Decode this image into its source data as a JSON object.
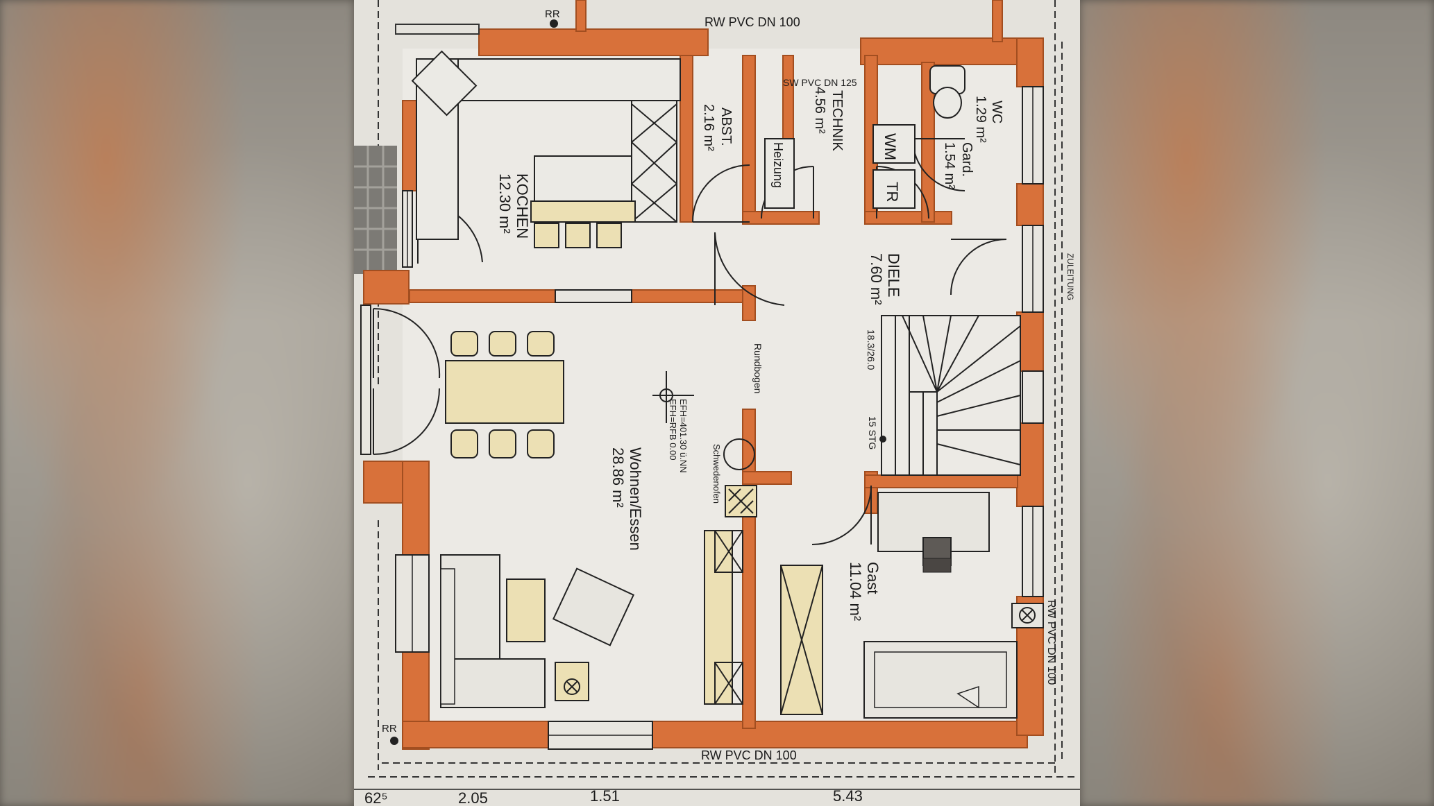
{
  "rooms": {
    "kochen": {
      "name": "KOCHEN",
      "area": "12.30 m²"
    },
    "abst": {
      "name": "ABST.",
      "area": "2.16 m²"
    },
    "technik": {
      "name": "TECHNIK",
      "area": "4.56 m²"
    },
    "wc": {
      "name": "WC",
      "area": "1.29 m²"
    },
    "gard": {
      "name": "Gard.",
      "area": "1.54 m²"
    },
    "diele": {
      "name": "DIELE",
      "area": "7.60 m²"
    },
    "wohnen": {
      "name": "Wohnen/Essen",
      "area": "28.86 m²"
    },
    "gast": {
      "name": "Gast",
      "area": "11.04 m²"
    }
  },
  "labels": {
    "heizung": "Heizung",
    "wm": "WM",
    "tr": "TR",
    "rundbogen": "Rundbogen",
    "stair_dim": "18.3/26.0",
    "stair_steps": "15 STG",
    "efh1": "EFH=401.30 ü.NN",
    "efh2": "EFH=RFB 0.00",
    "schwedenofen": "Schwedenofen",
    "rw_top": "RW PVC DN 100",
    "sw_pipe": "SW PVC DN 125",
    "rw_bottom": "RW PVC DN 100",
    "rw_right": "RW PVC DN 100",
    "rr_top": "RR",
    "rr_bottom": "RR",
    "zuleitung": "ZULEITUNG",
    "dim_62": "62⁵",
    "dim_205": "2.05",
    "dim_151": "1.51",
    "dim_543": "5.43"
  },
  "colors": {
    "wall": "#d8713a",
    "wall_dark": "#b85a2a",
    "floor": "#e9e8e3",
    "furniture": "#ece0b4",
    "outline": "#2b2b2b"
  }
}
